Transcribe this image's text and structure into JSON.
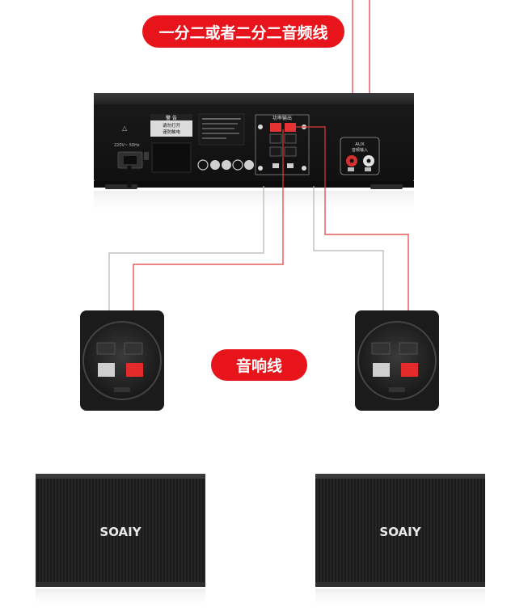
{
  "labels": {
    "split_audio": "一分二或者二分二音频线",
    "speaker_wire": "音响线"
  },
  "amplifier": {
    "warning_title": "警 告",
    "warning_line1": "请勿打开",
    "warning_line2": "谨防触电",
    "power_voltage": "220V~ 50Hz",
    "speaker_output_label": "功率输出",
    "aux_label_line1": "AUX",
    "aux_label_line2": "音频输入"
  },
  "speakers": {
    "left_brand": "SOAIY",
    "right_brand": "SOAIY"
  },
  "colors": {
    "accent": "#e8141b",
    "wire_red": "#e23a3a",
    "wire_grey": "#b5b5b5",
    "device_body": "#1e1e1e"
  }
}
